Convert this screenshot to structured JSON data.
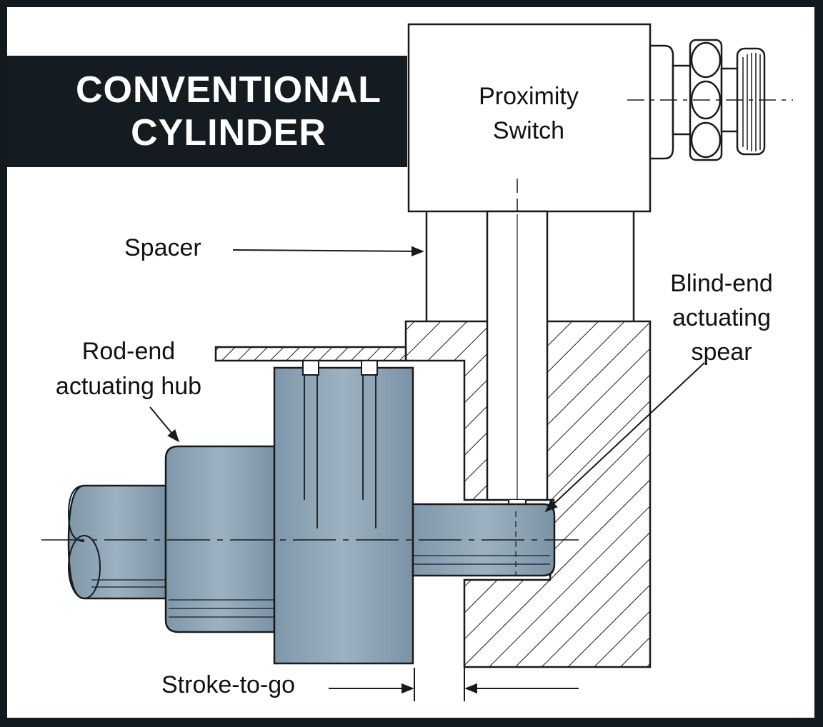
{
  "title": {
    "line1": "CONVENTIONAL",
    "line2": "CYLINDER"
  },
  "labels": {
    "proximity_line1": "Proximity",
    "proximity_line2": "Switch",
    "spacer": "Spacer",
    "blind_end_line1": "Blind-end",
    "blind_end_line2": "actuating",
    "blind_end_line3": "spear",
    "rod_end_line1": "Rod-end",
    "rod_end_line2": "actuating hub",
    "stroke": "Stroke-to-go"
  },
  "colors": {
    "frame": "#121a1f",
    "metal_blue": "#8da4b6",
    "metal_dark": "#6f879a",
    "line": "#1a1a1a"
  }
}
